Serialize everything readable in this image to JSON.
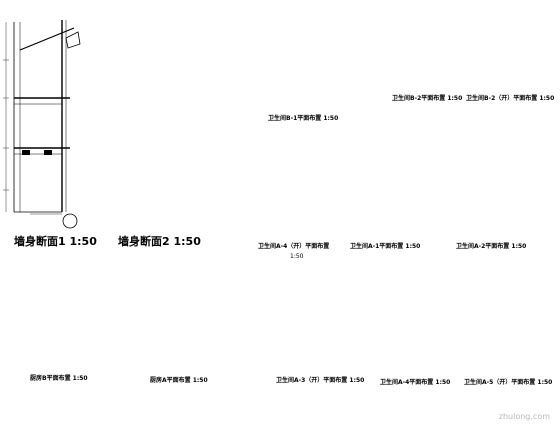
{
  "titles": {
    "wall_section_1": "墙身断面1 1:50",
    "wall_section_2": "墙身断面2 1:50",
    "toilet_b1": "卫生间B-1平面布置 1:50",
    "toilet_b2": "卫生间B-2平面布置 1:50",
    "toilet_b2_alt": "卫生间B-2（开）平面布置 1:50",
    "toilet_a4": "卫生间A-4（开）平面布置",
    "toilet_a4_scale": "1:50",
    "toilet_a1": "卫生间A-1平面布置 1:50",
    "toilet_a2": "卫生间A-2平面布置 1:50",
    "kitchen_1": "厨房B平面布置 1:50",
    "kitchen_2": "厨房A平面布置 1:50",
    "toilet_c1": "卫生间A-3（开）平面布置 1:50",
    "toilet_c2": "卫生间A-4平面布置 1:50",
    "toilet_c3": "卫生间A-5（开）平面布置 1:50"
  },
  "watermark": "zhulong.com",
  "colors": {
    "ink": "#000000",
    "paper": "#ffffff"
  }
}
